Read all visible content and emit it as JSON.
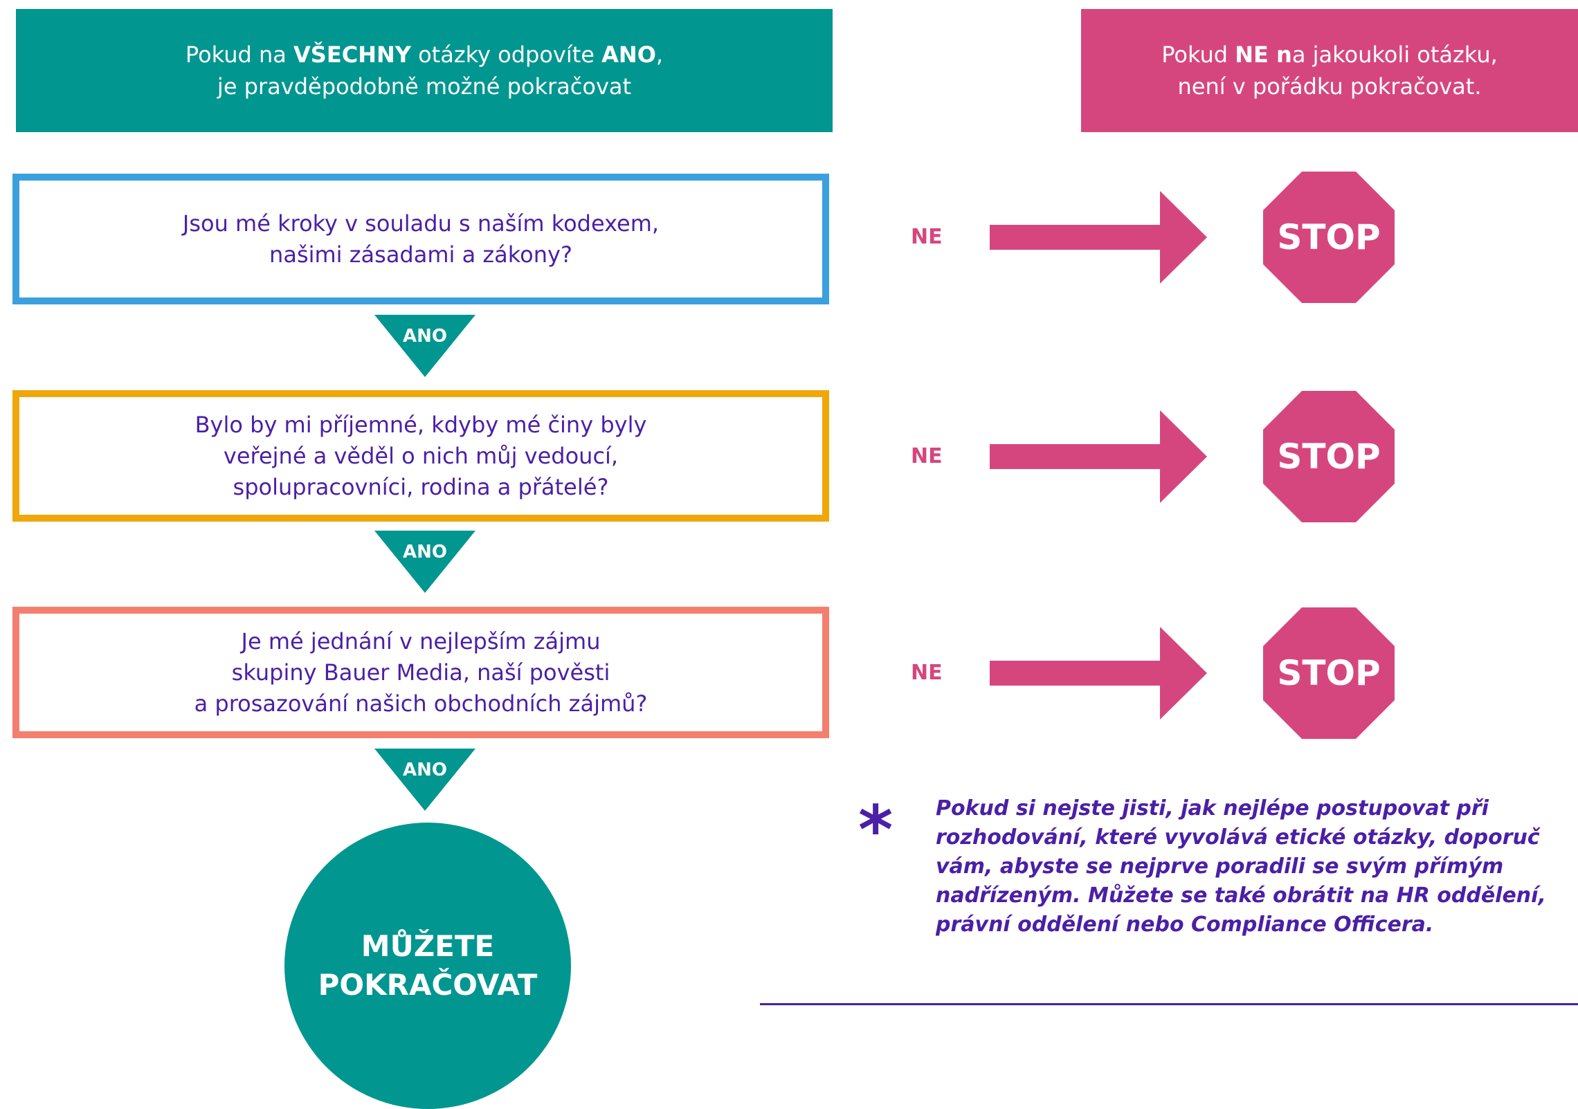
{
  "colors": {
    "teal": "#029690",
    "pink": "#d6467e",
    "purple": "#4b1fa6",
    "blue_border": "#3ba0dd",
    "yellow_border": "#f0a70b",
    "salmon_border": "#f57f6e"
  },
  "header_left": {
    "line1_a": "Pokud na ",
    "line1_b": "VŠECHNY",
    "line1_c": " otázky odpovíte ",
    "line1_d": "ANO",
    "line1_e": ",",
    "line2": "je pravděpodobně možné pokračovat"
  },
  "header_right": {
    "line1_a": "Pokud ",
    "line1_b": "NE n",
    "line1_c": "a jakoukoli otázku,",
    "line2": "není v pořádku pokračovat."
  },
  "questions": [
    {
      "text": "Jsou mé kroky v souladu s naším kodexem,\nnašimi zásadami a zákony?"
    },
    {
      "text": "Bylo by mi příjemné, kdyby mé činy byly\nveřejné a věděl o nich můj vedoucí,\nspolupracovníci, rodina a přátelé?"
    },
    {
      "text": "Je mé jednání v nejlepším zájmu\nskupiny Bauer Media, naší pověsti\na prosazování našich obchodních zájmů?"
    }
  ],
  "yes_labels": [
    "ANO",
    "ANO",
    "ANO"
  ],
  "no_labels": [
    "NE",
    "NE",
    "NE"
  ],
  "stop_labels": [
    "STOP",
    "STOP",
    "STOP"
  ],
  "result_label": "MŮŽETE\nPOKRAČOVAT",
  "note": {
    "asterisk": "*",
    "text": "Pokud si nejste jisti, jak nejlépe postupovat při\nrozhodování, které vyvolává etické otázky, doporuč\nvám, abyste se nejprve poradili se svým přímým\nnadřízeným. Můžete se také obrátit na HR oddělení,\nprávní oddělení nebo Compliance Officera."
  }
}
